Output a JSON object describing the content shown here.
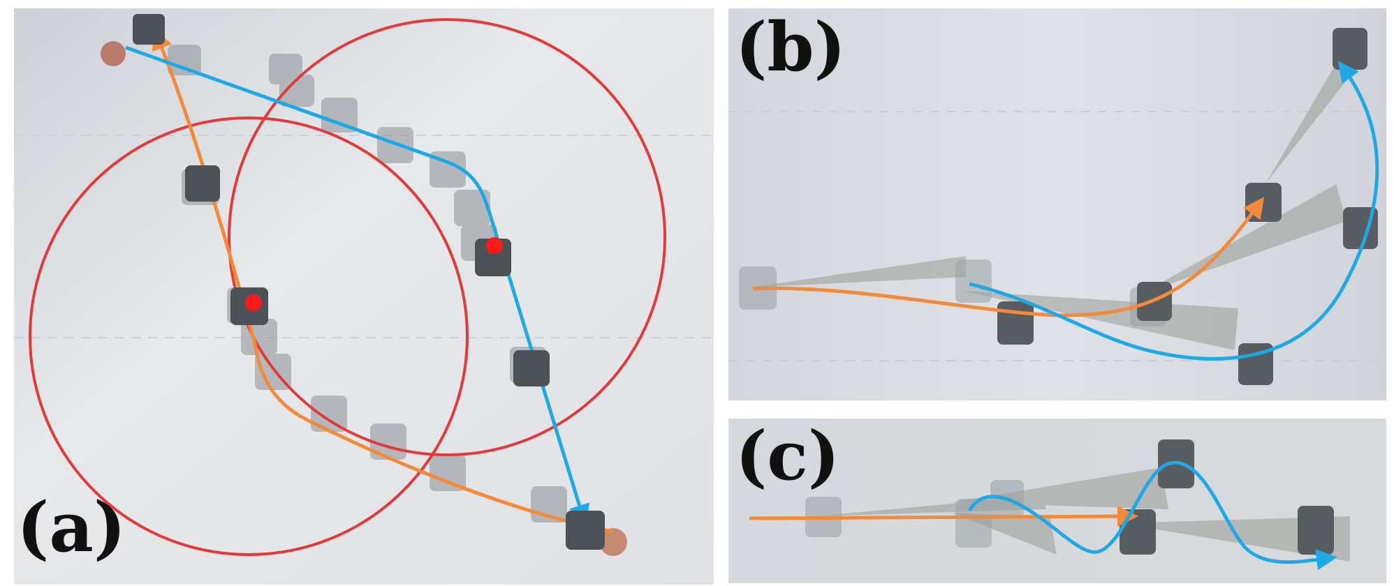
{
  "panels": {
    "a": {
      "label": "(a)"
    },
    "b": {
      "label": "(b)"
    },
    "c": {
      "label": "(c)"
    }
  },
  "colors": {
    "background": "#dde0e4",
    "orange_path": "#f28a3a",
    "blue_path": "#1ea9e6",
    "circle": "#e23a3a",
    "marker": "#ff1a1a",
    "shadow_cone": "#8b8f86",
    "robot": "#5b6064"
  },
  "icons": [
    "robot-icon",
    "sensor-cone-icon",
    "target-marker-icon"
  ]
}
